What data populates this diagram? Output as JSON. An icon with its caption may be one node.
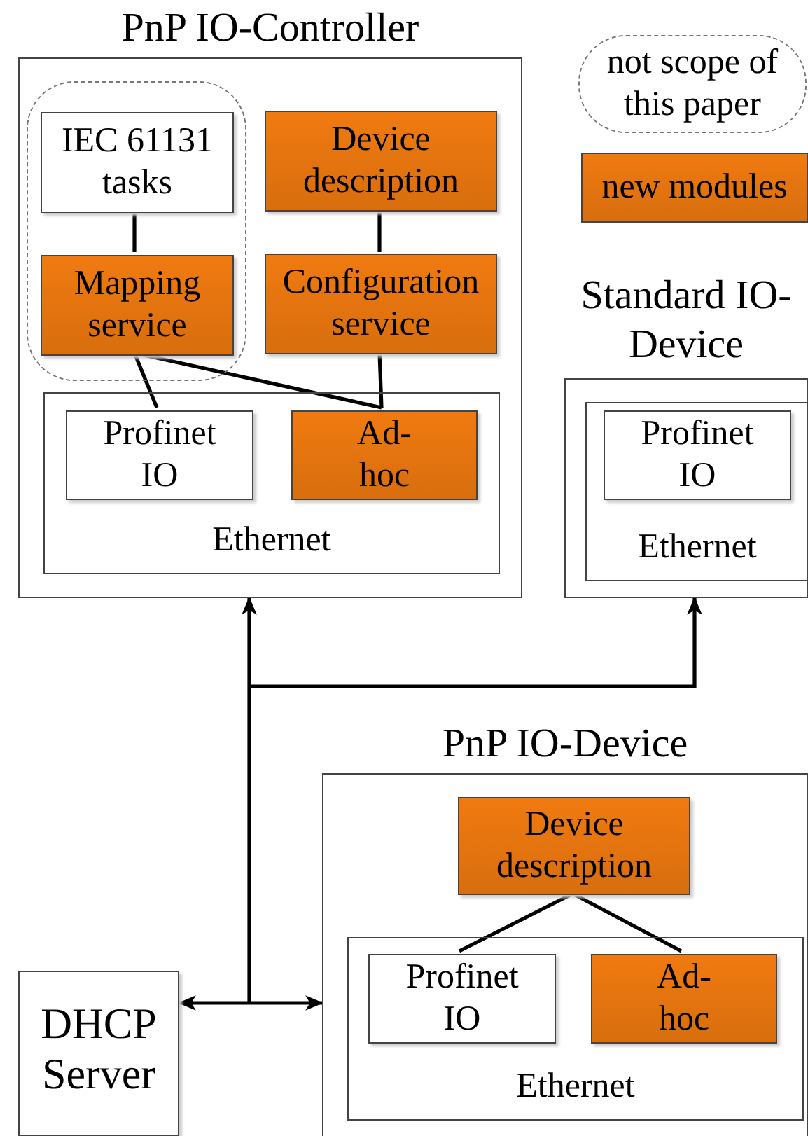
{
  "diagram": {
    "nodes": [
      {
        "text": [
          "PnP IO-Controller"
        ]
      },
      {
        "text": [],
        "shape": "box",
        "in": 0
      },
      {
        "text": [
          "IEC 61131 tasks"
        ],
        "in": 1
      },
      {
        "text": [
          "Device description"
        ],
        "in": 0
      },
      {
        "text": [
          "Mapping service"
        ],
        "in": 1
      },
      {
        "text": [
          "Configuration service"
        ],
        "in": 0
      },
      {
        "text": [
          "Ethernet"
        ],
        "in": 0
      },
      {
        "text": [
          "Profinet IO"
        ],
        "in": 6
      },
      {
        "text": [
          "Ad-hoc"
        ],
        "in": 6
      },
      {
        "text": [
          "Standard IO-Device"
        ]
      },
      {
        "text": [
          "Ethernet"
        ],
        "in": 9
      },
      {
        "text": [
          "Profinet IO"
        ],
        "in": 10
      },
      {
        "text": [
          "PnP IO-Device"
        ]
      },
      {
        "text": [
          "Device description"
        ],
        "in": 12
      },
      {
        "text": [
          "Ethernet"
        ],
        "in": 12
      },
      {
        "text": [
          "Profinet IO"
        ],
        "in": 14
      },
      {
        "text": [
          "Ad-hoc"
        ],
        "in": 14
      },
      {
        "text": [
          "DHCP Server"
        ]
      }
    ],
    "edges": [
      {
        "from": 2,
        "to": 4,
        "arrow": "none"
      },
      {
        "from": 3,
        "to": 5,
        "arrow": "none"
      },
      {
        "from": 4,
        "to": 7,
        "arrow": "none"
      },
      {
        "from": 4,
        "to": 8,
        "arrow": "none"
      },
      {
        "from": 5,
        "to": 8,
        "arrow": "none"
      },
      {
        "from": 13,
        "to": 15,
        "arrow": "none"
      },
      {
        "from": 13,
        "to": 16,
        "arrow": "none"
      },
      {
        "from": 17,
        "to": 12,
        "arrow": "both"
      },
      {
        "from": null,
        "to": 0,
        "arrow": "to"
      },
      {
        "from": null,
        "to": 9,
        "arrow": "to"
      }
    ],
    "legend": [
      {
        "text": "not scope of this paper"
      },
      {
        "text": "new modules",
        "color": "#f07a10"
      }
    ]
  }
}
